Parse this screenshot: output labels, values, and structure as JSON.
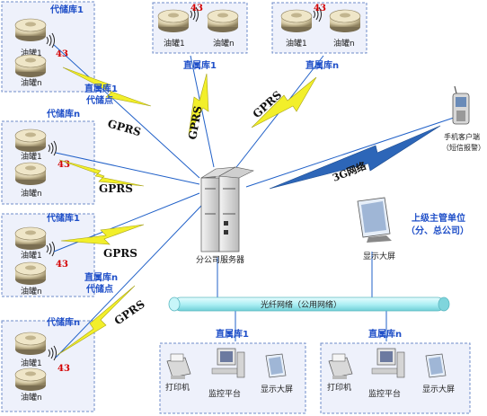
{
  "depots": {
    "agent1_title": "代储库1",
    "agentn_title": "代储库n",
    "tank1": "油罐1",
    "tankn": "油罐n",
    "direct1": "直属库1",
    "directn": "直属库n",
    "direct1_agent_point": [
      "直属库1",
      "代储点"
    ],
    "directn_agent_point": [
      "直属库n",
      "代储点"
    ],
    "badge": "43"
  },
  "links": {
    "gprs": "GPRS",
    "g3": "3G网络"
  },
  "server": {
    "label": "分公司服务器"
  },
  "mobile": {
    "label": [
      "手机客户端",
      "（短信报警）"
    ]
  },
  "upper": {
    "title": [
      "上级主管单位",
      "（分、总公司）"
    ],
    "screen": "显示大屏"
  },
  "network": {
    "label": "光纤网络（公用网络）"
  },
  "bottom": {
    "printer": "打印机",
    "monitor": "监控平台",
    "screen": "显示大屏"
  },
  "colors": {
    "bolt": "#f2ef2a",
    "bolt_3g": "#2d66b8",
    "label_blue": "#1f4fc8",
    "badge_red": "#d40000",
    "pipe": "#bff3f7"
  }
}
